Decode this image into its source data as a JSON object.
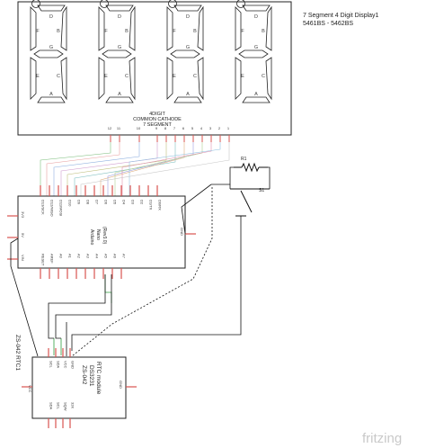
{
  "display": {
    "title_line1": "7 Segment 4 Digit Display1",
    "title_line2": "5461BS - 5462BS",
    "caption_line1": "4DIGIT",
    "caption_line2": "COMMON CATHODE",
    "caption_line3": "7 SEGMENT",
    "digit_count": 4,
    "segment_letters": [
      "A",
      "B",
      "C",
      "D",
      "E",
      "F",
      "G"
    ],
    "pin_labels": [
      "12",
      "11",
      "10",
      "9",
      "8",
      "7",
      "6",
      "5",
      "4",
      "3",
      "2",
      "1"
    ]
  },
  "arduino": {
    "label_line1": "Arduino",
    "label_line2": "Nano",
    "label_line3": "(Rev3.0)",
    "top_pins": [
      "D13/SCK",
      "D12/MISO",
      "D11/MOSI",
      "D10",
      "D9",
      "D8",
      "D7",
      "D6",
      "D5",
      "D4",
      "D3",
      "D2",
      "D1/TX",
      "D0/RX"
    ],
    "bottom_pins": [
      "RESET",
      "AREF",
      "A0",
      "A1",
      "A2",
      "A3",
      "A4",
      "A5",
      "A6",
      "A7"
    ],
    "left_pins": [
      "3V3",
      "5V",
      "VIN"
    ],
    "right_pins": [
      "GND"
    ]
  },
  "resistor": {
    "label": "R1"
  },
  "switch": {
    "label": "S1"
  },
  "rtc": {
    "side_label": "ZS-042 RTC1",
    "title_line1": "ZS-042",
    "title_line2": "DS3231",
    "title_line3": "RTC module",
    "top_pins": [
      "SCL",
      "SDA",
      "VCC",
      "GND"
    ],
    "bottom_pins": [
      "SDA",
      "SCL",
      "SQW",
      "32K"
    ],
    "left_pin": "VCC",
    "right_pin": "GND"
  },
  "branding": {
    "logo_text": "fritzing"
  },
  "colors": {
    "pin_red": "#d9534f",
    "wire_green": "#2e9e3e",
    "wire_black": "#111111"
  }
}
